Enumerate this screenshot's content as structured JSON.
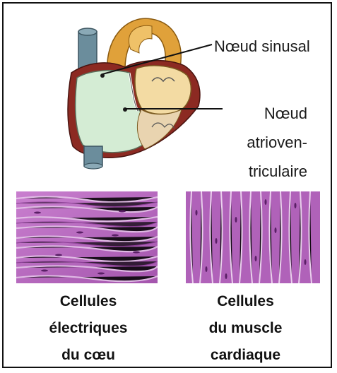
{
  "labels": {
    "sinus_node": "Nœud sinusal",
    "av_node_line1": "Nœud",
    "av_node_line2": "atrioven-",
    "av_node_line3": "triculaire"
  },
  "captions": {
    "electrical_cells": [
      "Cellules",
      "électriques",
      "du cœu"
    ],
    "muscle_cells": [
      "Cellules",
      "du muscle",
      "cardiaque"
    ]
  },
  "colors": {
    "aorta": "#e0a13a",
    "vena_cava": "#6b8d9c",
    "myocardium": "#8c2a22",
    "chamber_fill": "#d4ecd4",
    "atrium_left": "#f3dba3",
    "tissue_purple": "#b061b8"
  }
}
